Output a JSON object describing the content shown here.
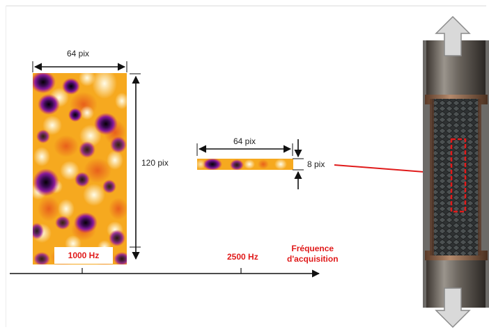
{
  "left_map": {
    "width_label": "64 pix",
    "height_label": "120 pix",
    "freq_label": "1000 Hz"
  },
  "mid_strip": {
    "width_label": "64 pix",
    "height_label": "8 pix",
    "freq_label": "2500 Hz"
  },
  "axis": {
    "label_line1": "Fréquence",
    "label_line2": "d'acquisition"
  },
  "colors": {
    "accent_red": "#e01a1a",
    "heatmap_low": "#000000",
    "heatmap_mid": "#8a1a9b",
    "heatmap_high": "#ffd23c",
    "heatmap_max": "#fffde0"
  }
}
